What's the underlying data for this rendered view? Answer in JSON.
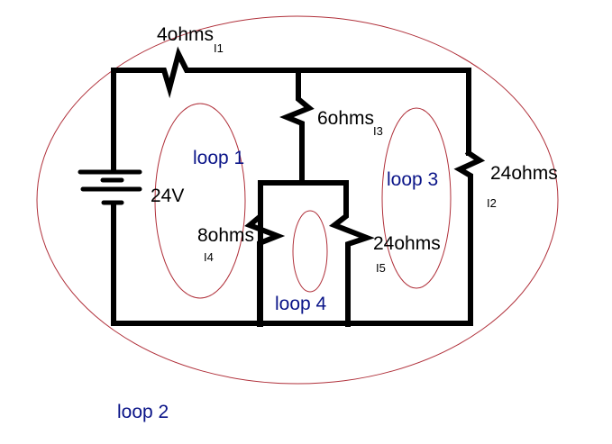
{
  "diagram": {
    "type": "circuit",
    "colors": {
      "wire": "#000000",
      "loop_outline": "#b0303a",
      "loop_text": "#0a1488",
      "background": "#ffffff"
    },
    "components": {
      "battery": {
        "label": "24V"
      },
      "r_top": {
        "label": "4ohms",
        "current": "I1"
      },
      "r_middle": {
        "label": "6ohms",
        "current": "I3"
      },
      "r_right": {
        "label": "24ohms",
        "current": "I2"
      },
      "r_left_branch": {
        "label": "8ohms",
        "current": "I4"
      },
      "r_right_branch": {
        "label": "24ohms",
        "current": "I5"
      }
    },
    "loops": [
      {
        "id": "loop1",
        "label": "loop 1"
      },
      {
        "id": "loop2",
        "label": "loop 2"
      },
      {
        "id": "loop3",
        "label": "loop 3"
      },
      {
        "id": "loop4",
        "label": "loop 4"
      }
    ]
  }
}
